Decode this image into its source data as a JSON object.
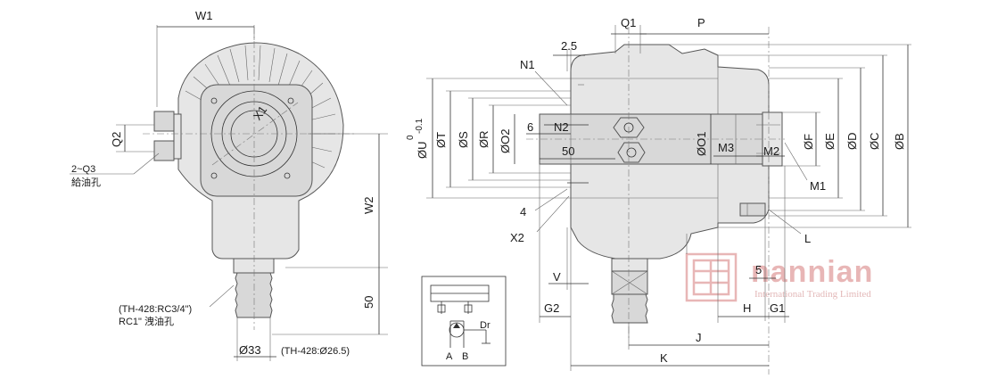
{
  "left_view": {
    "w1": "W1",
    "x1": "X1",
    "q2": "Q2",
    "q3_note": "2~Q3",
    "q3_note_cn": "給油孔",
    "w2": "W2",
    "fifty": "50",
    "drain_note_1": "(TH-428:RC3/4\")",
    "drain_note_2": "RC1\"  洩油孔",
    "dia33": "Ø33",
    "dia265": "(TH-428:Ø26.5)"
  },
  "right_view": {
    "q1": "Q1",
    "p": "P",
    "two_five": "2.5",
    "n1": "N1",
    "u": "ØU",
    "u_tol_top": "0",
    "u_tol_bot": "-0.1",
    "t": "ØT",
    "s": "ØS",
    "r": "ØR",
    "o2": "ØO2",
    "six": "6",
    "n2": "N2",
    "fifty": "50",
    "o1": "ØO1",
    "m3": "M3",
    "m2": "M2",
    "f": "ØF",
    "e": "ØE",
    "d": "ØD",
    "c": "ØC",
    "b": "ØB",
    "m1": "M1",
    "four": "4",
    "x2": "X2",
    "l": "L",
    "v": "V",
    "g2": "G2",
    "five": "5",
    "h": "H",
    "g1": "G1",
    "j": "J",
    "k": "K"
  },
  "schematic": {
    "dr": "Dr",
    "a": "A",
    "b": "B"
  },
  "watermark": {
    "name": "nannian",
    "sub": "International Trading Limited",
    "color": "#e8b6b6"
  }
}
